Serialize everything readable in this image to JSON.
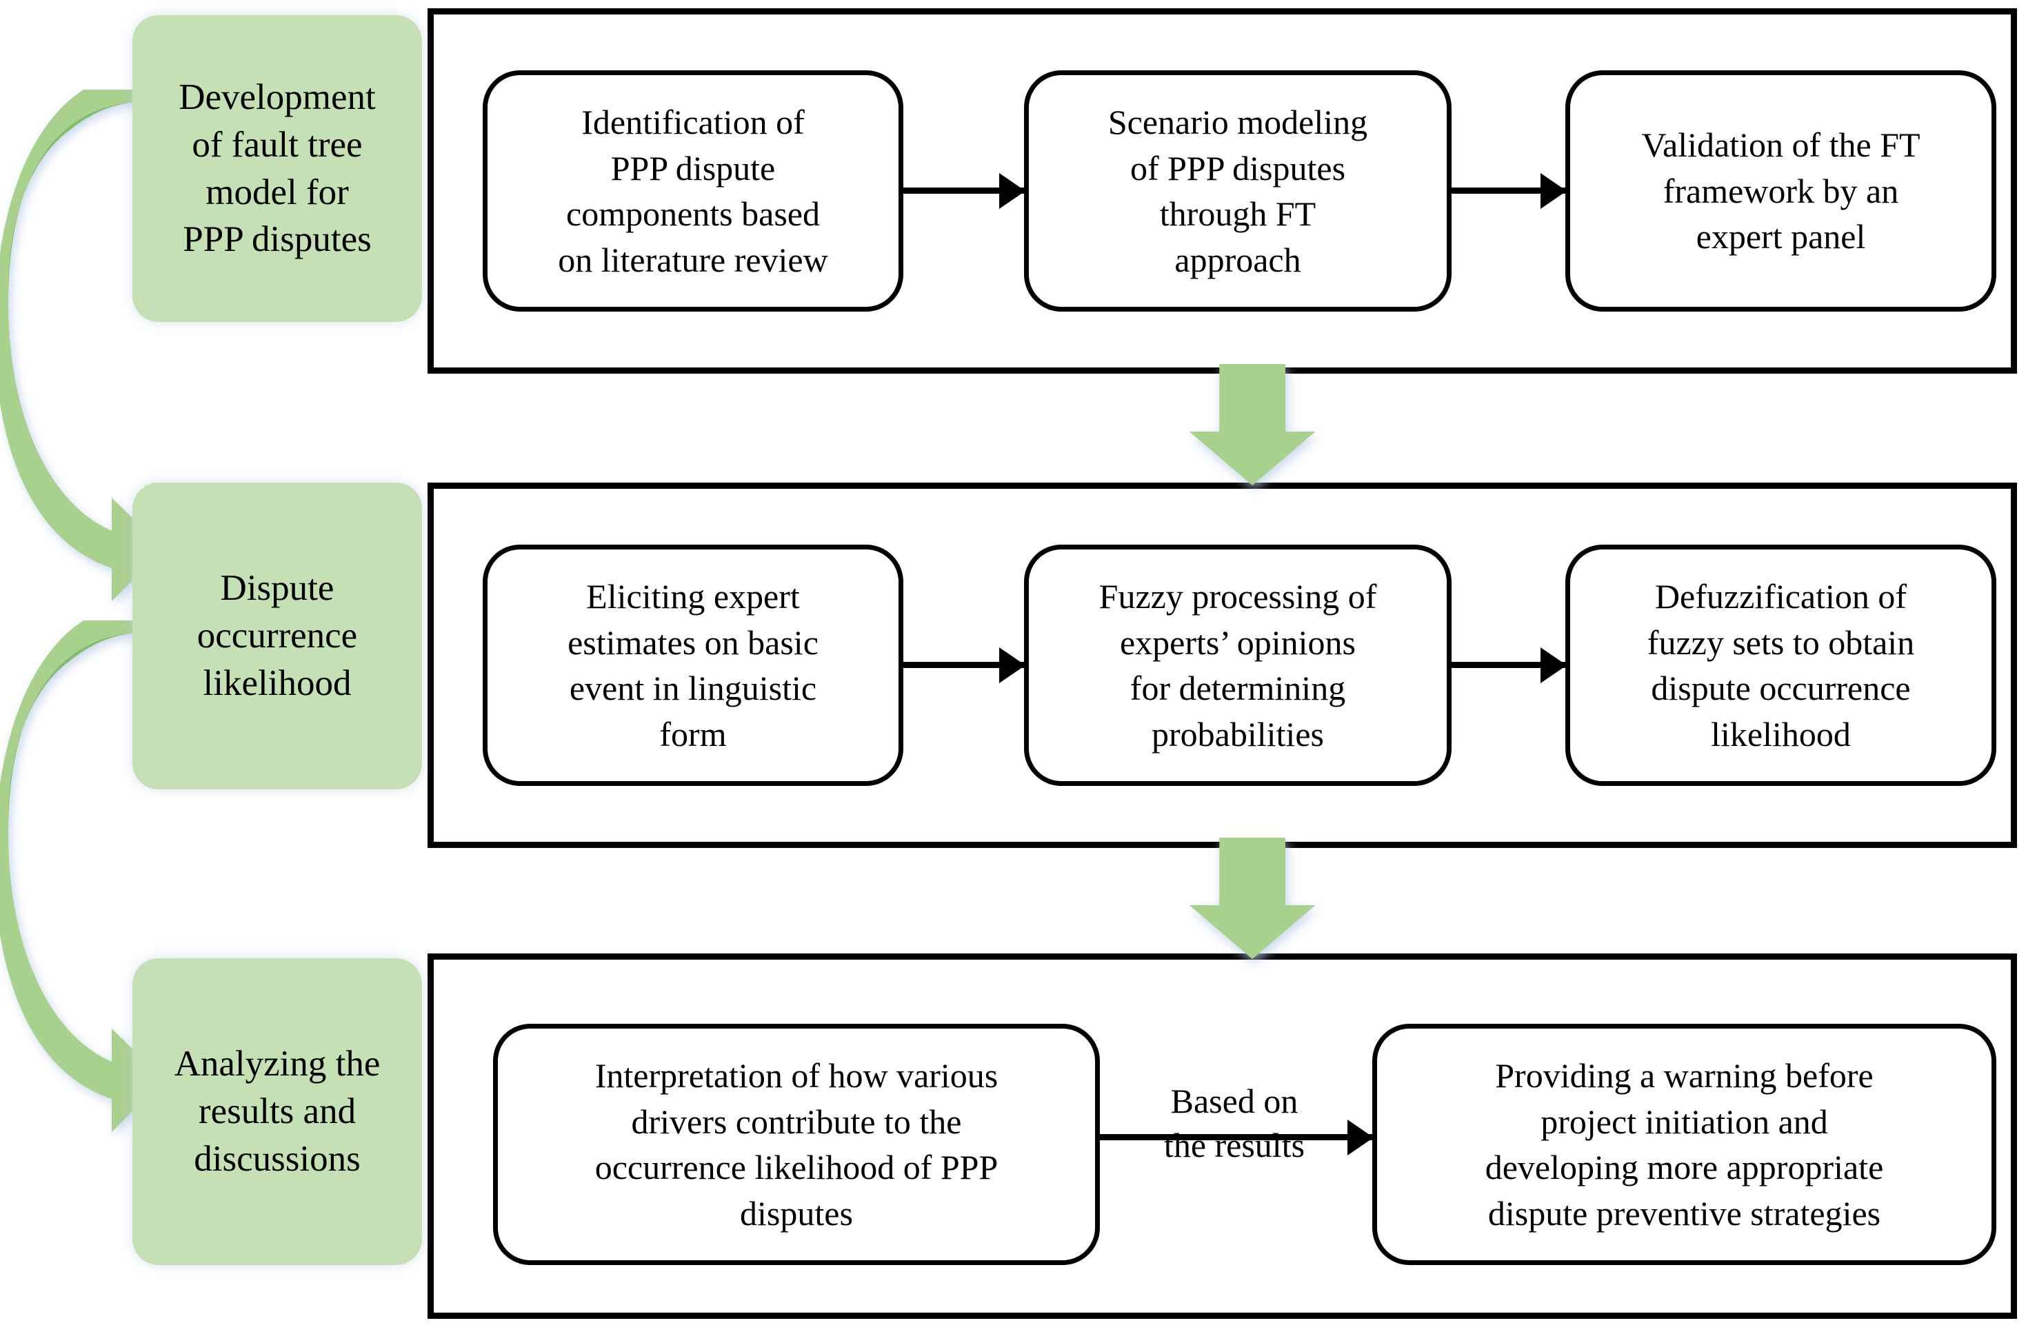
{
  "figure": {
    "type": "flowchart",
    "orientation": "three-stage vertical research framework",
    "palette": {
      "phase_fill": "#c5e0b4",
      "arrow_green_light": "#a9d18e",
      "arrow_green_dark": "#7fbc5e",
      "node_stroke": "#000000",
      "node_fill": "#ffffff",
      "container_stroke": "#000000"
    }
  },
  "stages": [
    {
      "id": "stage-1",
      "label": "Development\nof fault tree\nmodel for\nPPP disputes",
      "steps": [
        {
          "id": "s1-step1",
          "text": "Identification of\nPPP dispute\ncomponents based\non literature review"
        },
        {
          "id": "s1-step2",
          "text": "Scenario modeling\nof PPP disputes\nthrough FT\napproach"
        },
        {
          "id": "s1-step3",
          "text": "Validation of the FT\nframework by an\nexpert panel"
        }
      ],
      "connectors": [
        {
          "id": "s1-c1",
          "label": ""
        },
        {
          "id": "s1-c2",
          "label": ""
        }
      ]
    },
    {
      "id": "stage-2",
      "label": "Dispute\noccurrence\nlikelihood",
      "steps": [
        {
          "id": "s2-step1",
          "text": "Eliciting expert\nestimates on basic\nevent in linguistic\nform"
        },
        {
          "id": "s2-step2",
          "text": "Fuzzy processing of\nexperts’  opinions\nfor determining\nprobabilities"
        },
        {
          "id": "s2-step3",
          "text": "Defuzzification of\nfuzzy sets to obtain\ndispute occurrence\nlikelihood"
        }
      ],
      "connectors": [
        {
          "id": "s2-c1",
          "label": ""
        },
        {
          "id": "s2-c2",
          "label": ""
        }
      ]
    },
    {
      "id": "stage-3",
      "label": "Analyzing the\nresults and\ndiscussions",
      "steps": [
        {
          "id": "s3-step1",
          "text": "Interpretation of how various\ndrivers contribute to the\noccurrence likelihood of PPP\ndisputes"
        },
        {
          "id": "s3-step2",
          "text": "Providing a warning before\nproject initiation and\ndeveloping more appropriate\ndispute preventive strategies"
        }
      ],
      "connectors": [
        {
          "id": "s3-c1",
          "label": "Based on\nthe results"
        }
      ]
    }
  ],
  "stage_transitions": [
    {
      "id": "t1",
      "from": "stage-1",
      "to": "stage-2",
      "kind": "green-down-arrow"
    },
    {
      "id": "t2",
      "from": "stage-2",
      "to": "stage-3",
      "kind": "green-down-arrow"
    }
  ],
  "feedback_arrows": [
    {
      "id": "fb1",
      "from": "stage-1",
      "to": "stage-2",
      "kind": "green-curved-arrow"
    },
    {
      "id": "fb2",
      "from": "stage-2",
      "to": "stage-3",
      "kind": "green-curved-arrow"
    }
  ]
}
